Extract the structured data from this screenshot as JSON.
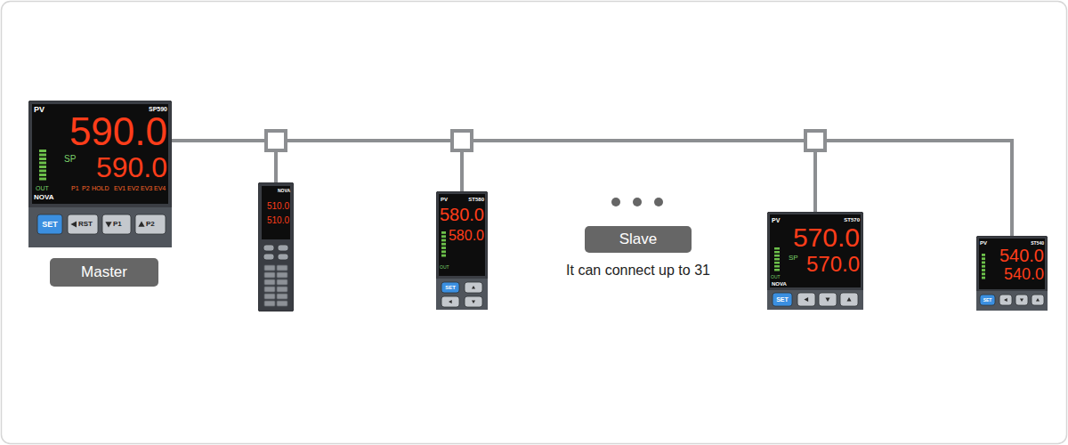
{
  "diagram": {
    "nodes": [
      {
        "text": [
          "PV",
          "SP590",
          "590.0",
          "SP",
          "590.0",
          "OUT",
          "P1",
          "P2",
          "HOLD",
          "EV1",
          "EV2",
          "EV3",
          "EV4",
          "NOVA",
          "SET",
          "RST",
          "P1",
          "P2"
        ]
      },
      {
        "text": [
          "Master"
        ]
      },
      {
        "text": [
          "NOVA",
          "510.0",
          "510.0"
        ]
      },
      {
        "text": [
          "PV",
          "ST580",
          "580.0",
          "580.0",
          "OUT",
          "SET"
        ]
      },
      {
        "text": [
          "Slave"
        ]
      },
      {
        "text": [
          "PV",
          "ST570",
          "570.0",
          "SP",
          "570.0",
          "OUT",
          "NOVA",
          "SET"
        ]
      },
      {
        "text": [
          "PV",
          "ST540",
          "540.0",
          "540.0",
          "SET"
        ]
      }
    ],
    "edges": [
      {
        "from": 0,
        "to": 2,
        "arrow": "none"
      },
      {
        "from": 0,
        "to": 3,
        "arrow": "none"
      },
      {
        "from": 0,
        "to": 5,
        "arrow": "none"
      },
      {
        "from": 0,
        "to": 6,
        "arrow": "none"
      }
    ],
    "labels": [
      "It can connect up to 31"
    ]
  }
}
